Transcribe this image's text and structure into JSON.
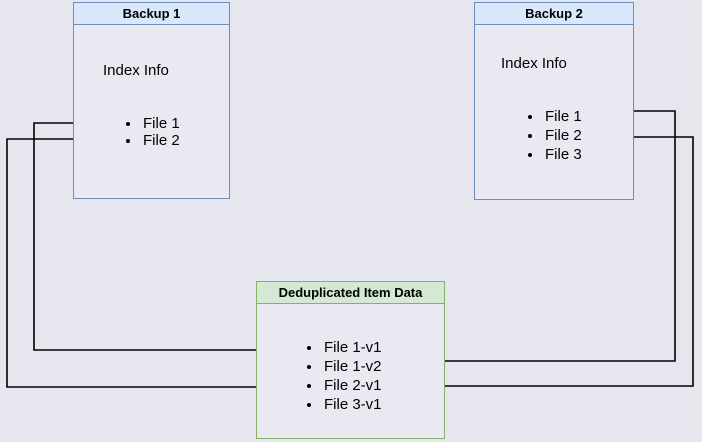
{
  "colors": {
    "canvas-bg": "#e6e6ee",
    "box-fill": "#e9e9f2",
    "blue-fill": "#dae8fc",
    "blue-stroke": "#6c8ebf",
    "green-fill": "#d5e8d4",
    "green-stroke": "#82b366",
    "line-color": "#000000"
  },
  "backup1": {
    "title": "Backup 1",
    "section_label": "Index Info",
    "files": [
      "File 1",
      "File 2"
    ]
  },
  "backup2": {
    "title": "Backup 2",
    "section_label": "Index Info",
    "files": [
      "File 1",
      "File 2",
      "File 3"
    ]
  },
  "dedup": {
    "title": "Deduplicated Item Data",
    "items": [
      "File 1-v1",
      "File 1-v2",
      "File 2-v1",
      "File 3-v1"
    ]
  },
  "connections": [
    {
      "from": "Backup 1 / File 1",
      "to": "File 1-v1"
    },
    {
      "from": "Backup 1 / File 2",
      "to": "File 2-v1"
    },
    {
      "from": "Backup 2 / File 1",
      "to": "File 1-v2"
    },
    {
      "from": "Backup 2 / File 2",
      "to": "File 2-v1"
    }
  ]
}
